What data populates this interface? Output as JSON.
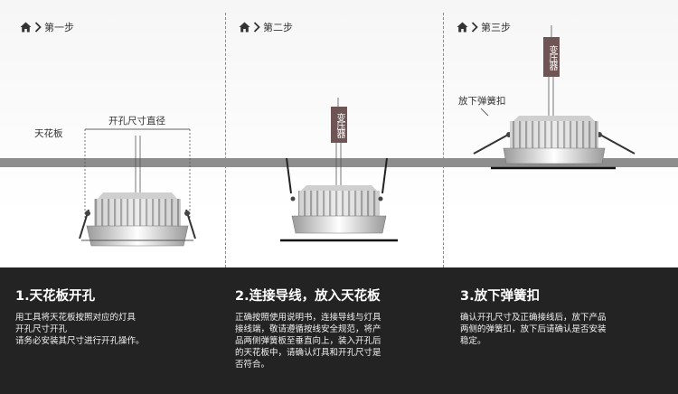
{
  "steps": [
    {
      "header": "第一步",
      "labels": {
        "ceiling": "天花板",
        "cutout": "开孔尺寸直径"
      },
      "title": "1.天花板开孔",
      "desc": [
        "用工具将天花板按照对应的灯具",
        "开孔尺寸开孔",
        "请务必安装其尺寸进行开孔操作。"
      ]
    },
    {
      "header": "第二步",
      "labels": {
        "transformer": "变压器"
      },
      "title": "2.连接导线，放入天花板",
      "desc": [
        "正确按照使用说明书，连接导线与灯具",
        "接线端，敬请遵循按线安全规范，将产",
        "品两侧弹簧板至垂直向上，装入开孔后",
        "的天花板中，请确认灯具和开孔尺寸是",
        "否符合。"
      ]
    },
    {
      "header": "第三步",
      "labels": {
        "transformer": "变压器",
        "spring": "放下弹簧扣"
      },
      "title": "3.放下弹簧扣",
      "desc": [
        "确认开孔尺寸及正确接线后，放下产品",
        "两侧的弹簧扣，放下后请确认是否安装",
        "稳定。"
      ]
    }
  ],
  "colors": {
    "bottom_bg": "#232323",
    "ceiling": "#8d8d8d",
    "transformer": "#6e5454"
  },
  "icons": [
    "home-icon",
    "chevron-right-icon"
  ]
}
